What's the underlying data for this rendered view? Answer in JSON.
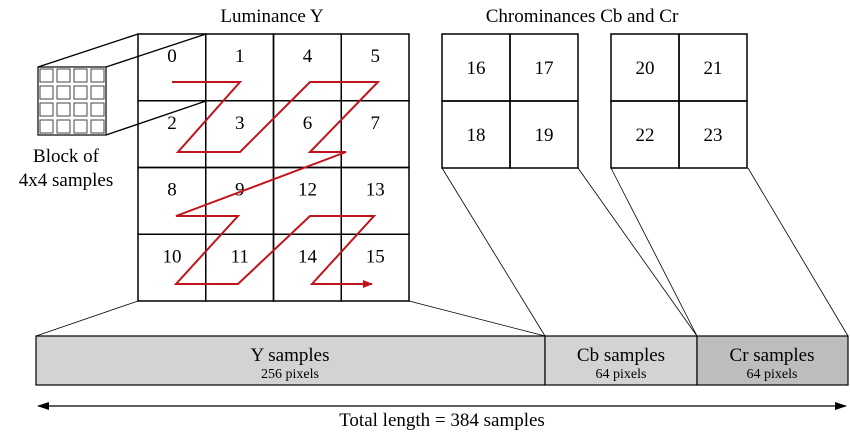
{
  "luma": {
    "title": "Luminance Y",
    "cells": [
      "0",
      "1",
      "4",
      "5",
      "2",
      "3",
      "6",
      "7",
      "8",
      "9",
      "12",
      "13",
      "10",
      "11",
      "14",
      "15"
    ]
  },
  "chroma": {
    "title": "Chrominances Cb and Cr",
    "cb_cells": [
      "16",
      "17",
      "18",
      "19"
    ],
    "cr_cells": [
      "20",
      "21",
      "22",
      "23"
    ]
  },
  "block": {
    "line1": "Block of",
    "line2": "4x4 samples"
  },
  "bar": {
    "y_label": "Y samples",
    "y_sub": "256 pixels",
    "cb_label": "Cb samples",
    "cb_sub": "64 pixels",
    "cr_label": "Cr samples",
    "cr_sub": "64 pixels"
  },
  "total": "Total length = 384 samples",
  "colors": {
    "zigzag": "#c0141c",
    "bar_y": "#d3d3d3",
    "bar_cb": "#d3d3d3",
    "bar_cr": "#bdbdbd",
    "line": "#000000"
  }
}
